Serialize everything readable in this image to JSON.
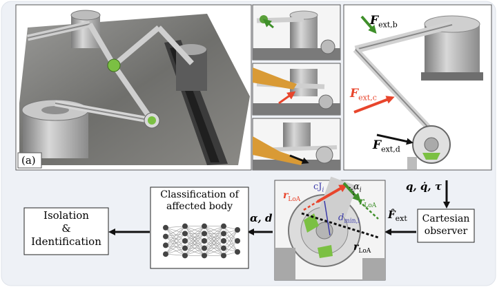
{
  "panel_label": "(a)",
  "forces": {
    "b": {
      "sym": "F",
      "sub": "ext,b"
    },
    "c": {
      "sym": "F",
      "sub": "ext,c"
    },
    "d": {
      "sym": "F",
      "sub": "ext,d"
    }
  },
  "flow": {
    "input_label": "q, q̇, τ",
    "observer": {
      "line1": "Cartesian",
      "line2": "observer"
    },
    "observer_output": {
      "sym": "F̂",
      "sub": "ext"
    },
    "classifier_title": {
      "line1": "Classification of",
      "line2": "affected body"
    },
    "classifier_output": "α, d",
    "isolation": {
      "line1": "Isolation",
      "line2": "&",
      "line3": "Identification"
    }
  },
  "geometry_labels": {
    "r_loa_1": {
      "sym": "r",
      "sub": "LoA"
    },
    "r_loa_2": {
      "sym": "r",
      "sub": "LoA"
    },
    "r_loa_3": {
      "sym": "r",
      "sub": "LoA"
    },
    "cj": {
      "sym": "cJ",
      "sub": "i"
    },
    "alpha": {
      "sym": "α",
      "sub": "i"
    },
    "dmin": {
      "sym": "d",
      "sub": "min,i"
    }
  },
  "colors": {
    "background_panel": "#eef1f6",
    "red_force": "#e8452c",
    "green_force": "#3f8f2a",
    "black_force": "#111111",
    "blue_label": "#3a3aa8",
    "joint_green": "#7bc043"
  }
}
